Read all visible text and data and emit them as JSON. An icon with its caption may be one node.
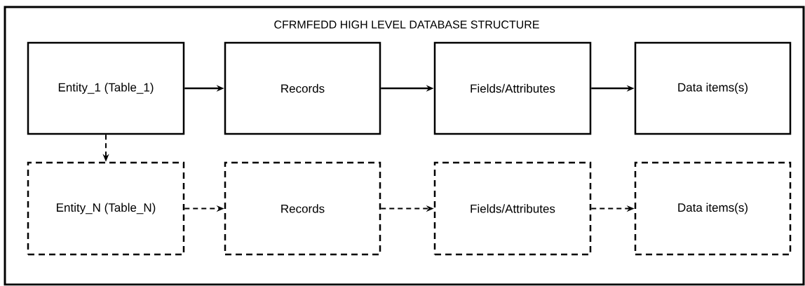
{
  "diagram": {
    "title": "CFRMFEDD  HIGH LEVEL DATABASE STRUCTURE",
    "nodes": [
      {
        "text": [
          "Entity_1 (Table_1)"
        ]
      },
      {
        "text": [
          "Records"
        ]
      },
      {
        "text": [
          "Fields/Attributes"
        ]
      },
      {
        "text": [
          "Data items(s)"
        ]
      },
      {
        "text": [
          "Entity_N (Table_N)"
        ]
      },
      {
        "text": [
          "Records"
        ]
      },
      {
        "text": [
          "Fields/Attributes"
        ]
      },
      {
        "text": [
          "Data items(s)"
        ]
      }
    ],
    "edges": [
      {
        "from": 0,
        "to": 1,
        "arrow": "to"
      },
      {
        "from": 1,
        "to": 2,
        "arrow": "to"
      },
      {
        "from": 2,
        "to": 3,
        "arrow": "to"
      },
      {
        "from": 0,
        "to": 4,
        "arrow": "to",
        "style": "dashed"
      },
      {
        "from": 4,
        "to": 5,
        "arrow": "to",
        "style": "dashed"
      },
      {
        "from": 5,
        "to": 6,
        "arrow": "to",
        "style": "dashed"
      },
      {
        "from": 6,
        "to": 7,
        "arrow": "to",
        "style": "dashed"
      }
    ]
  }
}
